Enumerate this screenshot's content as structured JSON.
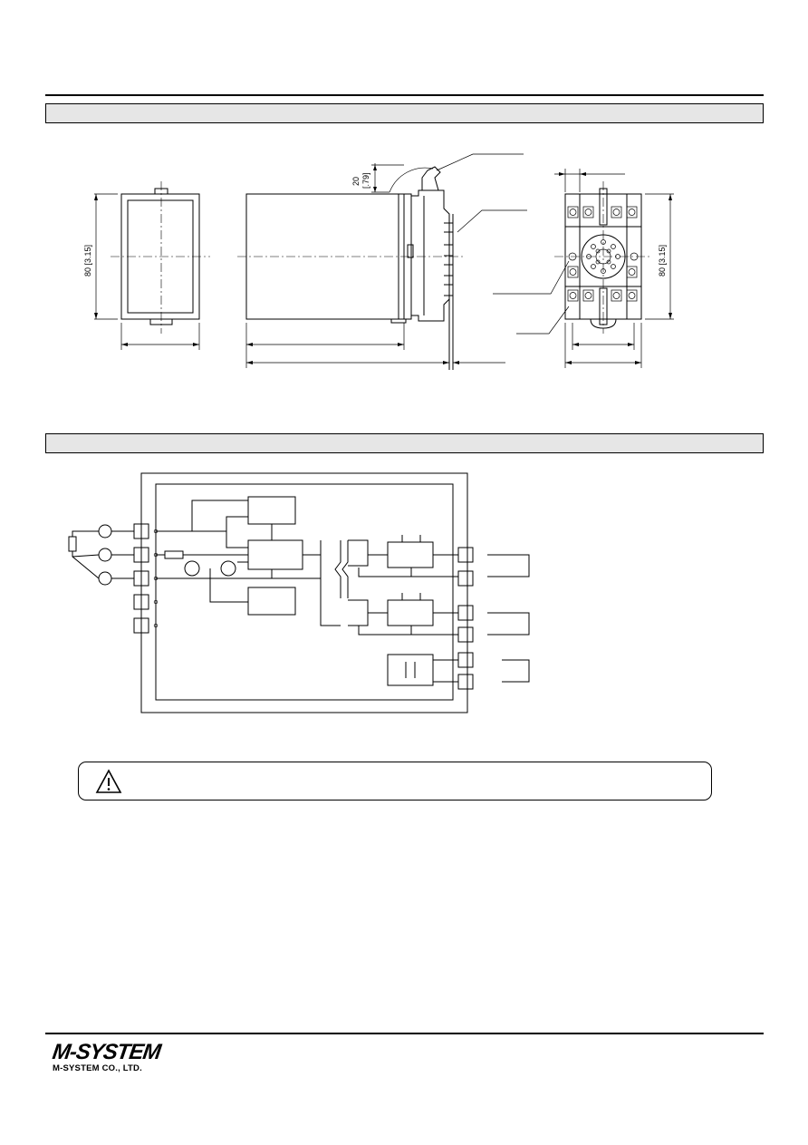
{
  "dimension_labels": {
    "height_left": "80 [3.15]",
    "height_right": "80 [3.15]",
    "clearance": "20",
    "clearance_inch": "[.79]"
  },
  "brand": {
    "logo_text": "M-SYSTEM",
    "company": "M-SYSTEM CO., LTD."
  }
}
